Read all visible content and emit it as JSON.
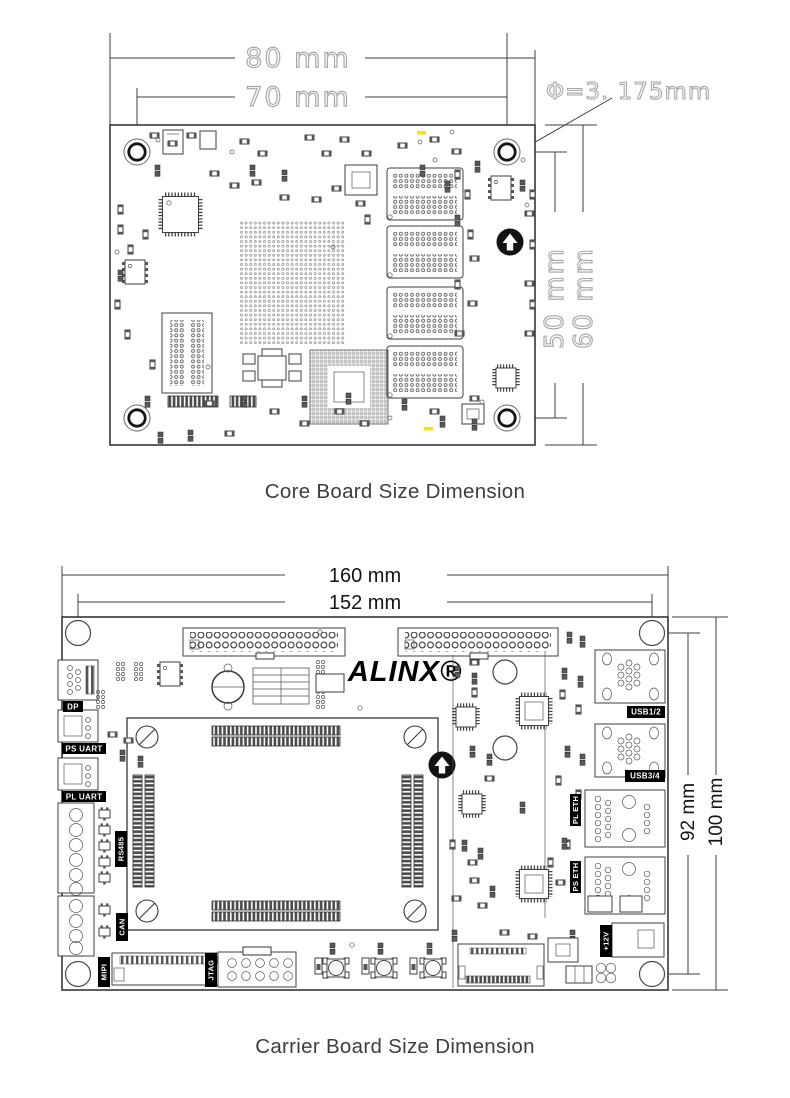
{
  "core": {
    "caption": "Core Board Size Dimension",
    "dims": {
      "w_outer": "80 mm",
      "w_holes": "70 mm",
      "h_holes": "50 mm",
      "h_outer": "60 mm",
      "hole_dia": "Φ=3. 175mm"
    }
  },
  "carrier": {
    "caption": "Carrier Board Size Dimension",
    "logo": "ALINX®",
    "dims": {
      "w_outer": "160 mm",
      "w_holes": "152 mm",
      "h_holes": "92 mm",
      "h_outer": "100 mm"
    },
    "labels": {
      "dp": "DP",
      "ps_uart": "PS UART",
      "pl_uart": "PL UART",
      "rs485": "RS485",
      "can": "CAN",
      "mipi": "MIPI",
      "jtag": "JTAG",
      "usb12": "USB1/2",
      "usb34": "USB3/4",
      "pl_eth": "PL ETH",
      "ps_eth": "PS ETH",
      "power": "+12V"
    }
  },
  "colors": {
    "line": "#3f3f3f",
    "dim_text_outline": "#a6a6a6",
    "caption": "#3e3e3e",
    "label_bg": "#000000",
    "highlight": "#f5e400"
  }
}
